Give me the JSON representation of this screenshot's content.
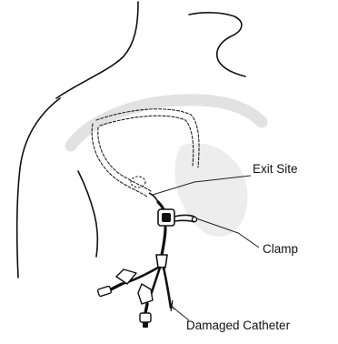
{
  "labels": {
    "exit_site": "Exit Site",
    "clamp": "Clamp",
    "damaged_catheter": "Damaged Catheter"
  },
  "colors": {
    "outline": "#111111",
    "heart_fill": "#ededed",
    "clavicle_fill": "#e2e2e2",
    "leader": "#222222",
    "background": "#ffffff"
  }
}
